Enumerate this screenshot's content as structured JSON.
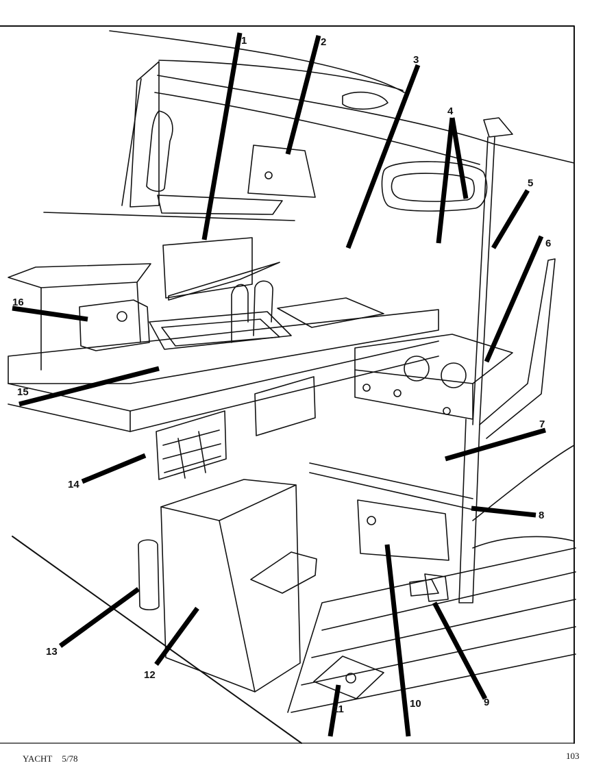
{
  "callouts": [
    "1",
    "2",
    "3",
    "4",
    "5",
    "6",
    "7",
    "8",
    "9",
    "10",
    "11",
    "12",
    "13",
    "14",
    "15",
    "16"
  ],
  "footer": {
    "magazine": "YACHT",
    "issue": "5/78",
    "page_number": "103"
  }
}
